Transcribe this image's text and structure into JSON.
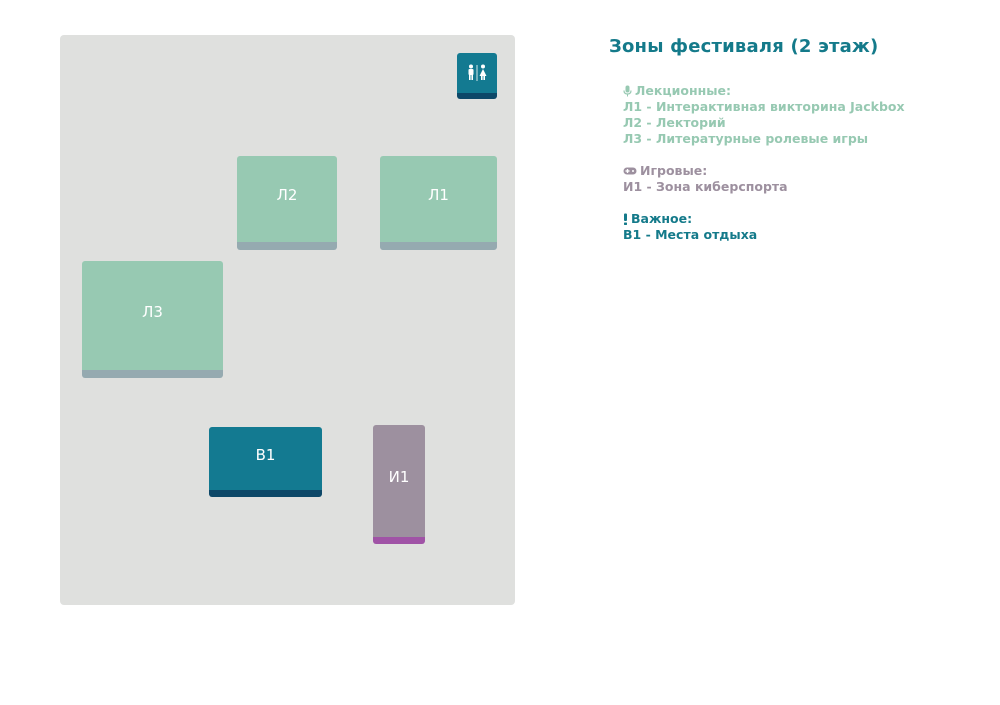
{
  "legend": {
    "title": "Зоны фестиваля (2 этаж)",
    "lecture": {
      "heading": "Лекционные:",
      "items": [
        "Л1 - Интерактивная викторина Jackbox",
        "Л2 - Лекторий",
        "Л3 - Литературные ролевые игры"
      ]
    },
    "games": {
      "heading": "Игровые:",
      "items": [
        "И1 - Зона киберспорта"
      ]
    },
    "important": {
      "heading": "Важное:",
      "items": [
        "В1 - Места отдыха"
      ]
    }
  },
  "map": {
    "zones": {
      "l1": "Л1",
      "l2": "Л2",
      "l3": "Л3",
      "v1": "В1",
      "i1": "И1"
    }
  },
  "colors": {
    "lecture": "#97c9b2",
    "important": "#137a91",
    "games": "#9d909f",
    "title": "#147a8a",
    "floor": "#dfe0de"
  },
  "icons": {
    "restroom": "restroom-icon",
    "lecture": "microphone-icon",
    "games": "gamepad-icon",
    "important": "exclamation-icon"
  }
}
